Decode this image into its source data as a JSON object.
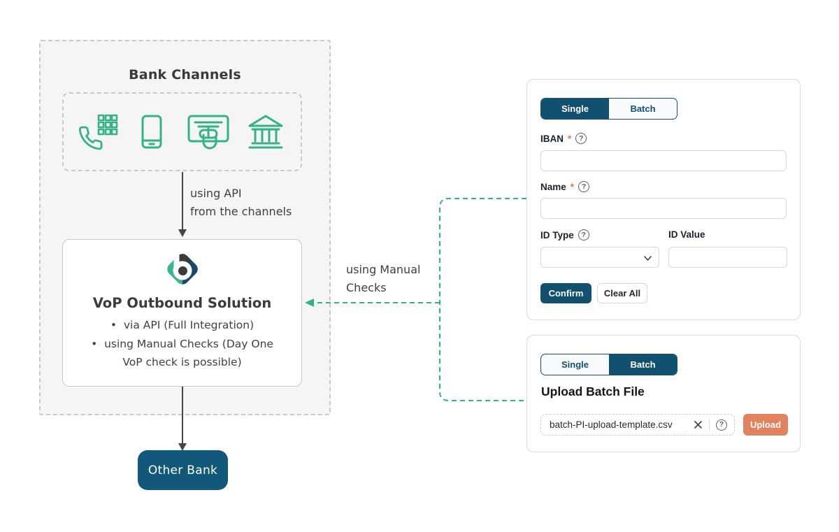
{
  "colors": {
    "icon_green": "#34b287",
    "connector_teal": "#2eb38a",
    "navy": "#11506e",
    "other_bank_navy": "#11587a",
    "upload_salmon": "#e2825f",
    "required_red": "#e0735c",
    "diagram_bg": "#f5f5f6"
  },
  "diagram": {
    "container_title": "Bank Channels",
    "channel_icons": [
      "phone-keypad",
      "smartphone",
      "card-tap",
      "bank-building"
    ],
    "api_label": [
      "using API",
      "from the channels"
    ],
    "manual_label": [
      "using Manual",
      "Checks"
    ],
    "vop": {
      "title": "VoP Outbound Solution",
      "bullets": [
        "via API (Full Integration)",
        "using Manual Checks (Day One VoP check is possible)"
      ]
    },
    "other_bank": "Other Bank"
  },
  "single_panel": {
    "tabs": {
      "single": "Single",
      "batch": "Batch",
      "active": "single"
    },
    "iban_label": "IBAN",
    "name_label": "Name",
    "id_type_label": "ID Type",
    "id_value_label": "ID Value",
    "iban_value": "",
    "name_value": "",
    "id_type_value": "",
    "id_value_value": "",
    "confirm": "Confirm",
    "clear_all": "Clear All"
  },
  "batch_panel": {
    "tabs": {
      "single": "Single",
      "batch": "Batch",
      "active": "batch"
    },
    "heading": "Upload Batch File",
    "file_name": "batch-PI-upload-template.csv",
    "upload": "Upload"
  },
  "glyphs": {
    "required": "*",
    "help": "?"
  }
}
